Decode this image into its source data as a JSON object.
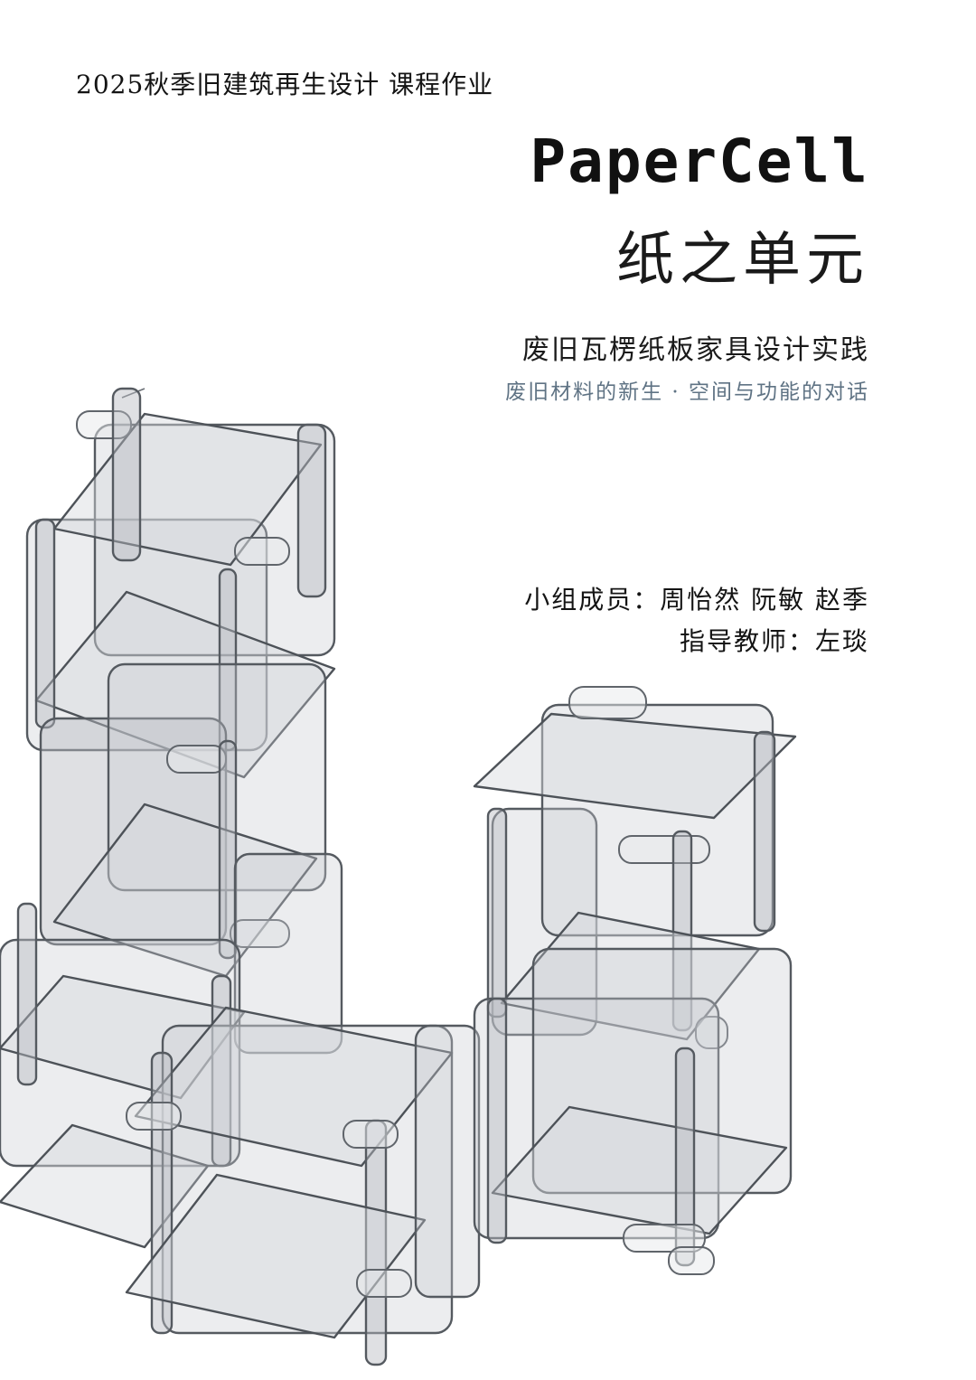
{
  "header": {
    "course": "2025秋季旧建筑再生设计 课程作业"
  },
  "title": {
    "english": "PaperCell",
    "chinese": "纸之单元"
  },
  "subtitle": "废旧瓦楞纸板家具设计实践",
  "tagline": "废旧材料的新生 · 空间与功能的对话",
  "credits": {
    "members": "小组成员：周怡然 阮敏 赵季",
    "advisor": "指导教师：左琰"
  },
  "colors": {
    "text": "#141414",
    "tagline": "#5f7384",
    "background": "#ffffff"
  }
}
